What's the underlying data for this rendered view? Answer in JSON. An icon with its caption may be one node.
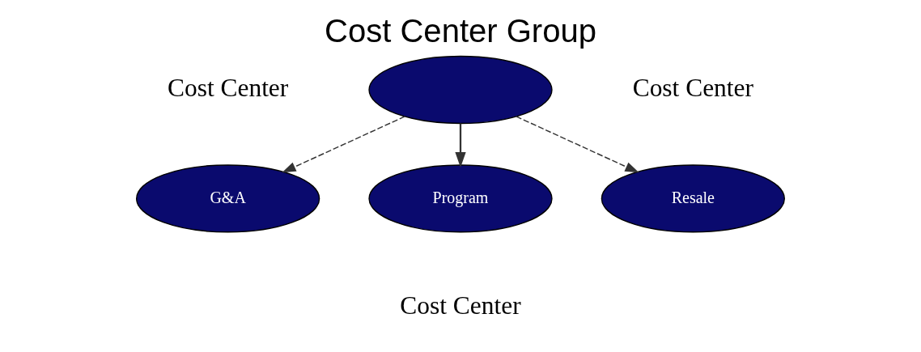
{
  "diagram": {
    "title": "Cost Center Group",
    "nodes": [
      {
        "text": [],
        "shape": "ellipse"
      },
      {
        "text": [
          "G&A"
        ]
      },
      {
        "text": [
          "Program"
        ]
      },
      {
        "text": [
          "Resale"
        ]
      }
    ],
    "edges": [
      {
        "from": 0,
        "to": 1,
        "arrow": "to",
        "style": "dashed"
      },
      {
        "from": 0,
        "to": 2,
        "arrow": "to"
      },
      {
        "from": 0,
        "to": 3,
        "arrow": "to",
        "style": "dashed"
      }
    ],
    "labels": [
      "Cost Center",
      "Cost Center",
      "Cost Center"
    ]
  }
}
